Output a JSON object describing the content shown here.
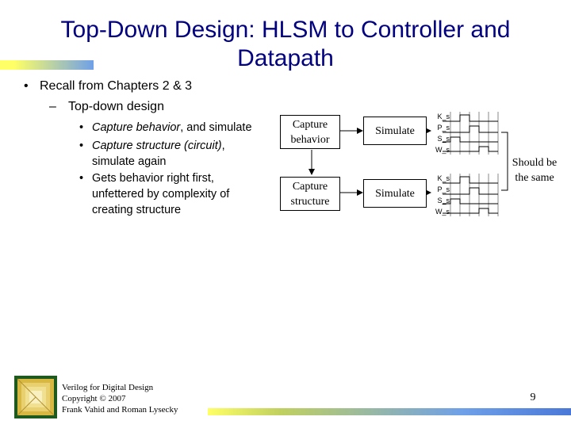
{
  "title": "Top-Down Design: HLSM to Controller and Datapath",
  "bullets": {
    "level1": "Recall from Chapters 2 & 3",
    "level2": "Top-down design",
    "level3": [
      {
        "italic": "Capture behavior",
        "plain": ", and simulate"
      },
      {
        "italic": "Capture structure (circuit)",
        "plain": ", simulate again"
      },
      {
        "italic": "",
        "plain": "Gets behavior right first, unfettered by complexity of creating structure"
      }
    ]
  },
  "diagram": {
    "capture_behavior": "Capture behavior",
    "capture_structure": "Capture structure",
    "simulate_top": "Simulate",
    "simulate_bottom": "Simulate",
    "signals_top": [
      "K_s",
      "P_s",
      "S_s",
      "W_s"
    ],
    "signals_bottom": [
      "K_s",
      "P_s",
      "S_s",
      "W_s"
    ],
    "note": "Should be the same"
  },
  "footer": {
    "line1": "Verilog for Digital Design",
    "line2": "Copyright © 2007",
    "line3": "Frank Vahid and Roman Lysecky",
    "page_number": "9"
  },
  "colors": {
    "title": "#000080",
    "accent_yellow": "#ffff66",
    "accent_blue": "#6fa0e8"
  }
}
